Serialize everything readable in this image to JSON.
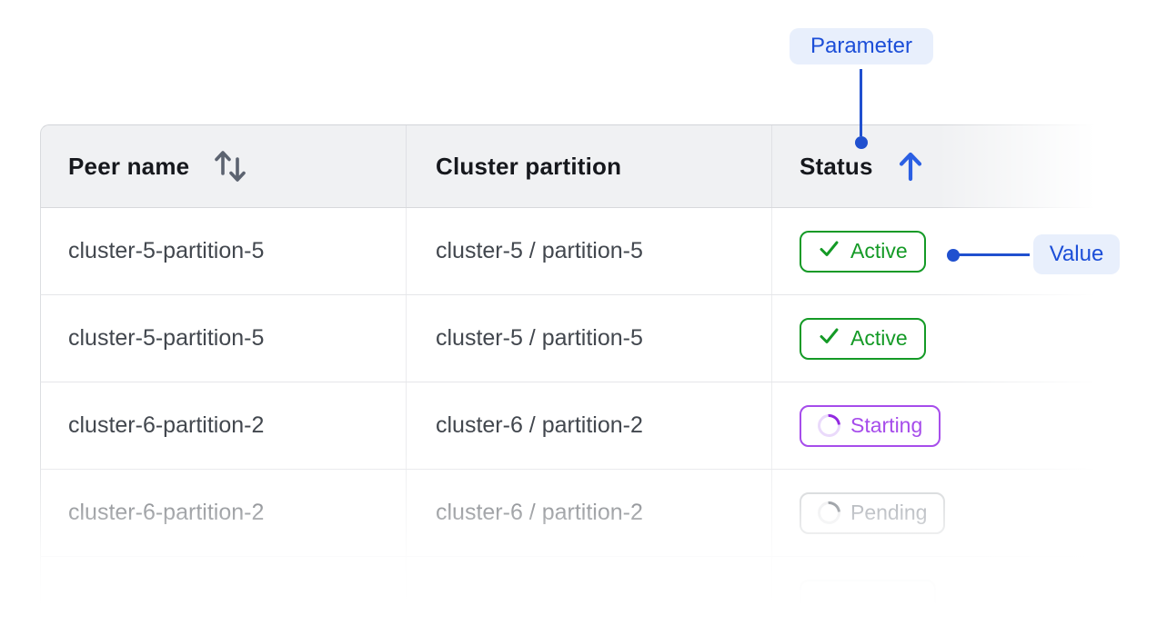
{
  "table": {
    "columns": [
      {
        "label": "Peer name",
        "sort_icon": "sort-arrows-up-down",
        "sort_state": "sortable"
      },
      {
        "label": "Cluster partition",
        "sort_icon": null,
        "sort_state": "none"
      },
      {
        "label": "Status",
        "sort_icon": "arrow-up",
        "sort_state": "ascending"
      }
    ],
    "rows": [
      {
        "peer": "cluster-5-partition-5",
        "partition": "cluster-5 / partition-5",
        "status": {
          "label": "Active",
          "kind": "active",
          "icon": "checkmark-icon"
        }
      },
      {
        "peer": "cluster-5-partition-5",
        "partition": "cluster-5 / partition-5",
        "status": {
          "label": "Active",
          "kind": "active",
          "icon": "checkmark-icon"
        }
      },
      {
        "peer": "cluster-6-partition-2",
        "partition": "cluster-6 / partition-2",
        "status": {
          "label": "Starting",
          "kind": "starting",
          "icon": "spinner-icon"
        }
      },
      {
        "peer": "cluster-6-partition-2",
        "partition": "cluster-6 / partition-2",
        "status": {
          "label": "Pending",
          "kind": "pending",
          "icon": "spinner-icon"
        }
      },
      {
        "peer": "",
        "partition": "",
        "status": {
          "label": "",
          "kind": "ghost",
          "icon": null
        }
      }
    ],
    "status_colors": {
      "active": "#149a26",
      "starting": "#a64ceb",
      "pending": "#80868f"
    },
    "header_bg": "#f0f1f3"
  },
  "annotations": {
    "parameter_label": "Parameter",
    "value_label": "Value",
    "accent_blue": "#1c4ed8",
    "connector_blue": "#2050cf",
    "badge_bg": "#e8effc"
  }
}
